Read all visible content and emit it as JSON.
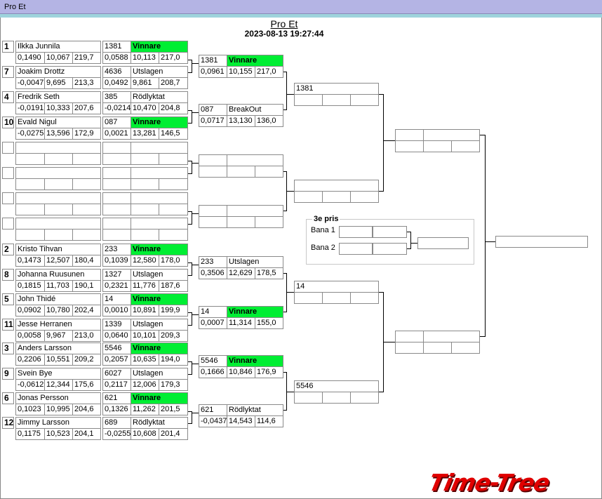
{
  "window": {
    "title": "Pro Et"
  },
  "header": {
    "title": "Pro Et",
    "datetime": "2023-08-13 19:27:44"
  },
  "racers": [
    {
      "seed": "1",
      "name": "Ilkka Junnila",
      "rt": "0,1490",
      "et": "10,067",
      "mph": "219,7",
      "lane_no": "1381",
      "result": "Vinnare",
      "win": true,
      "rt2": "0,0588",
      "et2": "10,113",
      "mph2": "217,0"
    },
    {
      "seed": "7",
      "name": "Joakim Drottz",
      "rt": "-0,0047",
      "et": "9,695",
      "mph": "213,3",
      "lane_no": "4636",
      "result": "Utslagen",
      "win": false,
      "rt2": "0,0492",
      "et2": "9,861",
      "mph2": "208,7"
    },
    {
      "seed": "4",
      "name": "Fredrik Seth",
      "rt": "-0,0191",
      "et": "10,333",
      "mph": "207,6",
      "lane_no": "385",
      "result": "Rödlyktat",
      "win": false,
      "rt2": "-0,0214",
      "et2": "10,470",
      "mph2": "204,8"
    },
    {
      "seed": "10",
      "name": "Evald Nigul",
      "rt": "-0,0275",
      "et": "13,596",
      "mph": "172,9",
      "lane_no": "087",
      "result": "Vinnare",
      "win": true,
      "rt2": "0,0021",
      "et2": "13,281",
      "mph2": "146,5"
    },
    {
      "seed": "",
      "name": "",
      "rt": "",
      "et": "",
      "mph": "",
      "lane_no": "",
      "result": "",
      "win": false,
      "rt2": "",
      "et2": "",
      "mph2": ""
    },
    {
      "seed": "",
      "name": "",
      "rt": "",
      "et": "",
      "mph": "",
      "lane_no": "",
      "result": "",
      "win": false,
      "rt2": "",
      "et2": "",
      "mph2": ""
    },
    {
      "seed": "",
      "name": "",
      "rt": "",
      "et": "",
      "mph": "",
      "lane_no": "",
      "result": "",
      "win": false,
      "rt2": "",
      "et2": "",
      "mph2": ""
    },
    {
      "seed": "",
      "name": "",
      "rt": "",
      "et": "",
      "mph": "",
      "lane_no": "",
      "result": "",
      "win": false,
      "rt2": "",
      "et2": "",
      "mph2": ""
    },
    {
      "seed": "2",
      "name": "Kristo Tihvan",
      "rt": "0,1473",
      "et": "12,507",
      "mph": "180,4",
      "lane_no": "233",
      "result": "Vinnare",
      "win": true,
      "rt2": "0,1039",
      "et2": "12,580",
      "mph2": "178,0"
    },
    {
      "seed": "8",
      "name": "Johanna Ruusunen",
      "rt": "0,1815",
      "et": "11,703",
      "mph": "190,1",
      "lane_no": "1327",
      "result": "Utslagen",
      "win": false,
      "rt2": "0,2321",
      "et2": "11,776",
      "mph2": "187,6"
    },
    {
      "seed": "5",
      "name": "John Thidé",
      "rt": "0,0902",
      "et": "10,780",
      "mph": "202,4",
      "lane_no": "14",
      "result": "Vinnare",
      "win": true,
      "rt2": "0,0010",
      "et2": "10,891",
      "mph2": "199,9"
    },
    {
      "seed": "11",
      "name": "Jesse Herranen",
      "rt": "0,0058",
      "et": "9,967",
      "mph": "213,0",
      "lane_no": "1339",
      "result": "Utslagen",
      "win": false,
      "rt2": "0,0640",
      "et2": "10,101",
      "mph2": "209,3"
    },
    {
      "seed": "3",
      "name": "Anders Larsson",
      "rt": "0,2206",
      "et": "10,551",
      "mph": "209,2",
      "lane_no": "5546",
      "result": "Vinnare",
      "win": true,
      "rt2": "0,2057",
      "et2": "10,635",
      "mph2": "194,0"
    },
    {
      "seed": "9",
      "name": "Svein Bye",
      "rt": "-0,0612",
      "et": "12,344",
      "mph": "175,6",
      "lane_no": "6027",
      "result": "Utslagen",
      "win": false,
      "rt2": "0,2117",
      "et2": "12,006",
      "mph2": "179,3"
    },
    {
      "seed": "6",
      "name": "Jonas Persson",
      "rt": "0,1023",
      "et": "10,995",
      "mph": "204,6",
      "lane_no": "621",
      "result": "Vinnare",
      "win": true,
      "rt2": "0,1326",
      "et2": "11,262",
      "mph2": "201,5"
    },
    {
      "seed": "12",
      "name": "Jimmy Larsson",
      "rt": "0,1175",
      "et": "10,523",
      "mph": "204,1",
      "lane_no": "689",
      "result": "Rödlyktat",
      "win": false,
      "rt2": "-0,0255",
      "et2": "10,608",
      "mph2": "201,4"
    }
  ],
  "round2": [
    {
      "lane_no": "1381",
      "result": "Vinnare",
      "win": true,
      "rt": "0,0961",
      "et": "10,155",
      "mph": "217,0"
    },
    {
      "lane_no": "087",
      "result": "BreakOut",
      "win": false,
      "rt": "0,0717",
      "et": "13,130",
      "mph": "136,0"
    },
    {
      "lane_no": "",
      "result": "",
      "win": false,
      "rt": "",
      "et": "",
      "mph": ""
    },
    {
      "lane_no": "",
      "result": "",
      "win": false,
      "rt": "",
      "et": "",
      "mph": ""
    },
    {
      "lane_no": "233",
      "result": "Utslagen",
      "win": false,
      "rt": "0,3506",
      "et": "12,629",
      "mph": "178,5"
    },
    {
      "lane_no": "14",
      "result": "Vinnare",
      "win": true,
      "rt": "0,0007",
      "et": "11,314",
      "mph": "155,0"
    },
    {
      "lane_no": "5546",
      "result": "Vinnare",
      "win": true,
      "rt": "0,1666",
      "et": "10,846",
      "mph": "176,9"
    },
    {
      "lane_no": "621",
      "result": "Rödlyktat",
      "win": false,
      "rt": "-0,0437",
      "et": "14,543",
      "mph": "114,6"
    }
  ],
  "round3": [
    {
      "lane_no": "1381"
    },
    {
      "lane_no": ""
    },
    {
      "lane_no": "14"
    },
    {
      "lane_no": "5546"
    }
  ],
  "round4": [
    {
      "lane_no": ""
    },
    {
      "lane_no": ""
    }
  ],
  "final": {
    "value": ""
  },
  "third_place": {
    "title": "3e pris",
    "lane1_label": "Bana 1",
    "lane2_label": "Bana 2",
    "lane1_value": "",
    "lane2_value": "",
    "result": ""
  },
  "brand": {
    "logo_text": "Time-Tree",
    "color": "#e00000"
  },
  "colors": {
    "win": "#00ee33",
    "titlebar": "#b4b4e4",
    "band": "#9ed3dc"
  }
}
